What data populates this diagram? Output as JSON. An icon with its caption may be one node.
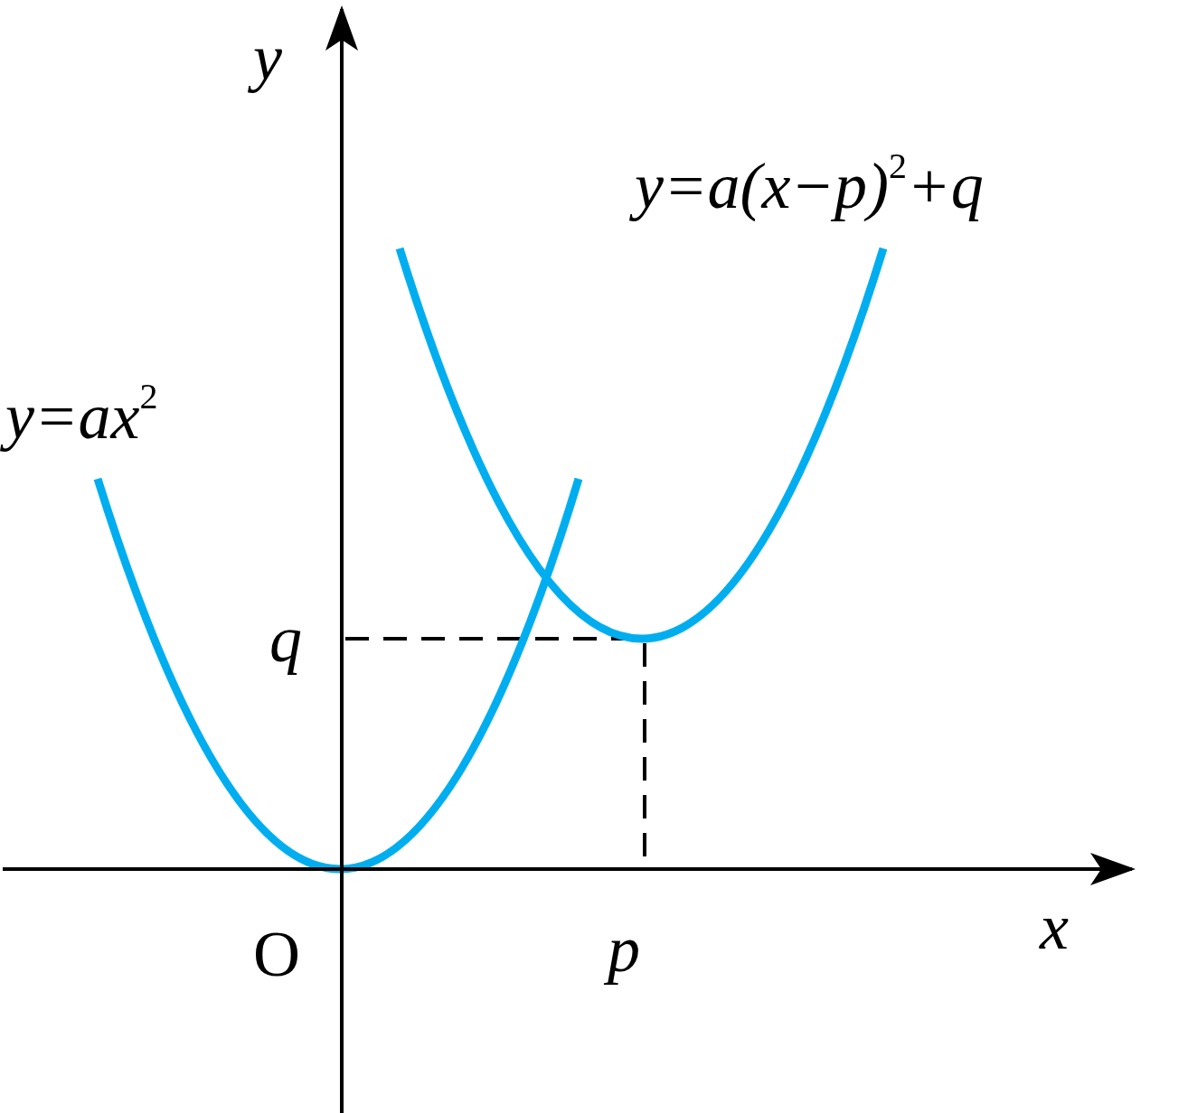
{
  "diagram": {
    "labels": [
      "y",
      "y=a(x−p)$^{2}$+q",
      "y=ax$^{2}$",
      "q",
      "O",
      "p",
      "x"
    ]
  }
}
